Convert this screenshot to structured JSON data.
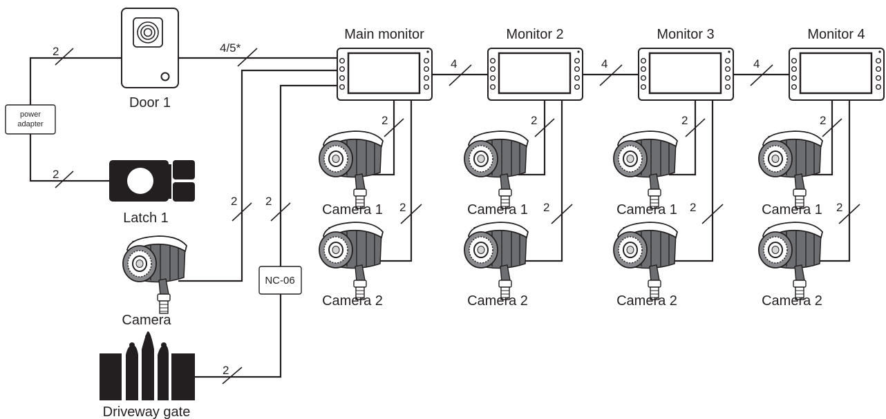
{
  "colors": {
    "ink": "#231f20",
    "device_fill": "#ffffff",
    "camera_body": "#6d6e71",
    "camera_shade": "#3a3a3c"
  },
  "devices": {
    "door": {
      "label": "Door 1",
      "icon": "door-station-icon"
    },
    "latch": {
      "label": "Latch 1",
      "icon": "latch-icon"
    },
    "power_adapter": {
      "label": "power adapter"
    },
    "camera": {
      "label": "Camera",
      "icon": "camera-icon"
    },
    "nc06": {
      "label": "NC-06"
    },
    "gate": {
      "label": "Driveway gate",
      "icon": "gate-icon"
    }
  },
  "monitors": [
    {
      "label": "Main monitor",
      "camera1": "Camera 1",
      "camera2": "Camera 2"
    },
    {
      "label": "Monitor 2",
      "camera1": "Camera 1",
      "camera2": "Camera 2"
    },
    {
      "label": "Monitor 3",
      "camera1": "Camera 1",
      "camera2": "Camera 2"
    },
    {
      "label": "Monitor 4",
      "camera1": "Camera 1",
      "camera2": "Camera 2"
    }
  ],
  "wires": {
    "adapter_door": "2",
    "adapter_latch": "2",
    "door_main": "4/5*",
    "camera_main": "2",
    "gate_main": "2",
    "gate_nc06": "2",
    "main_m2": "4",
    "m2_m3": "4",
    "m3_m4": "4",
    "m1_cam1": "2",
    "m1_cam2": "2",
    "m2_cam1": "2",
    "m2_cam2": "2",
    "m3_cam1": "2",
    "m3_cam2": "2",
    "m4_cam1": "2",
    "m4_cam2": "2"
  }
}
